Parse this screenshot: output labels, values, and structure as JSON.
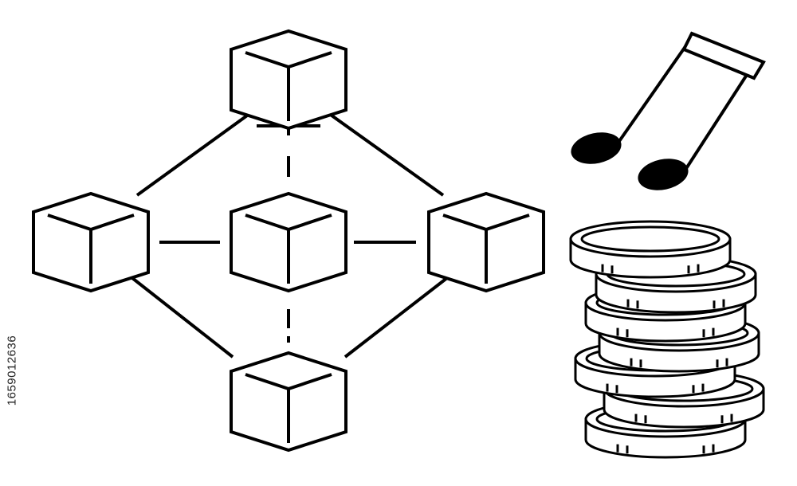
{
  "illustration": {
    "stroke_color": "#000000",
    "background_color": "#ffffff",
    "network": {
      "nodes": [
        "top",
        "left",
        "center",
        "right",
        "bottom"
      ],
      "icon": "blockchain-network-icon"
    },
    "music_note": {
      "icon": "beamed-eighth-notes-icon"
    },
    "coin_stack": {
      "icon": "coin-stack-icon",
      "coin_count": 7
    }
  },
  "watermark": {
    "stock_id": "1659012636"
  }
}
